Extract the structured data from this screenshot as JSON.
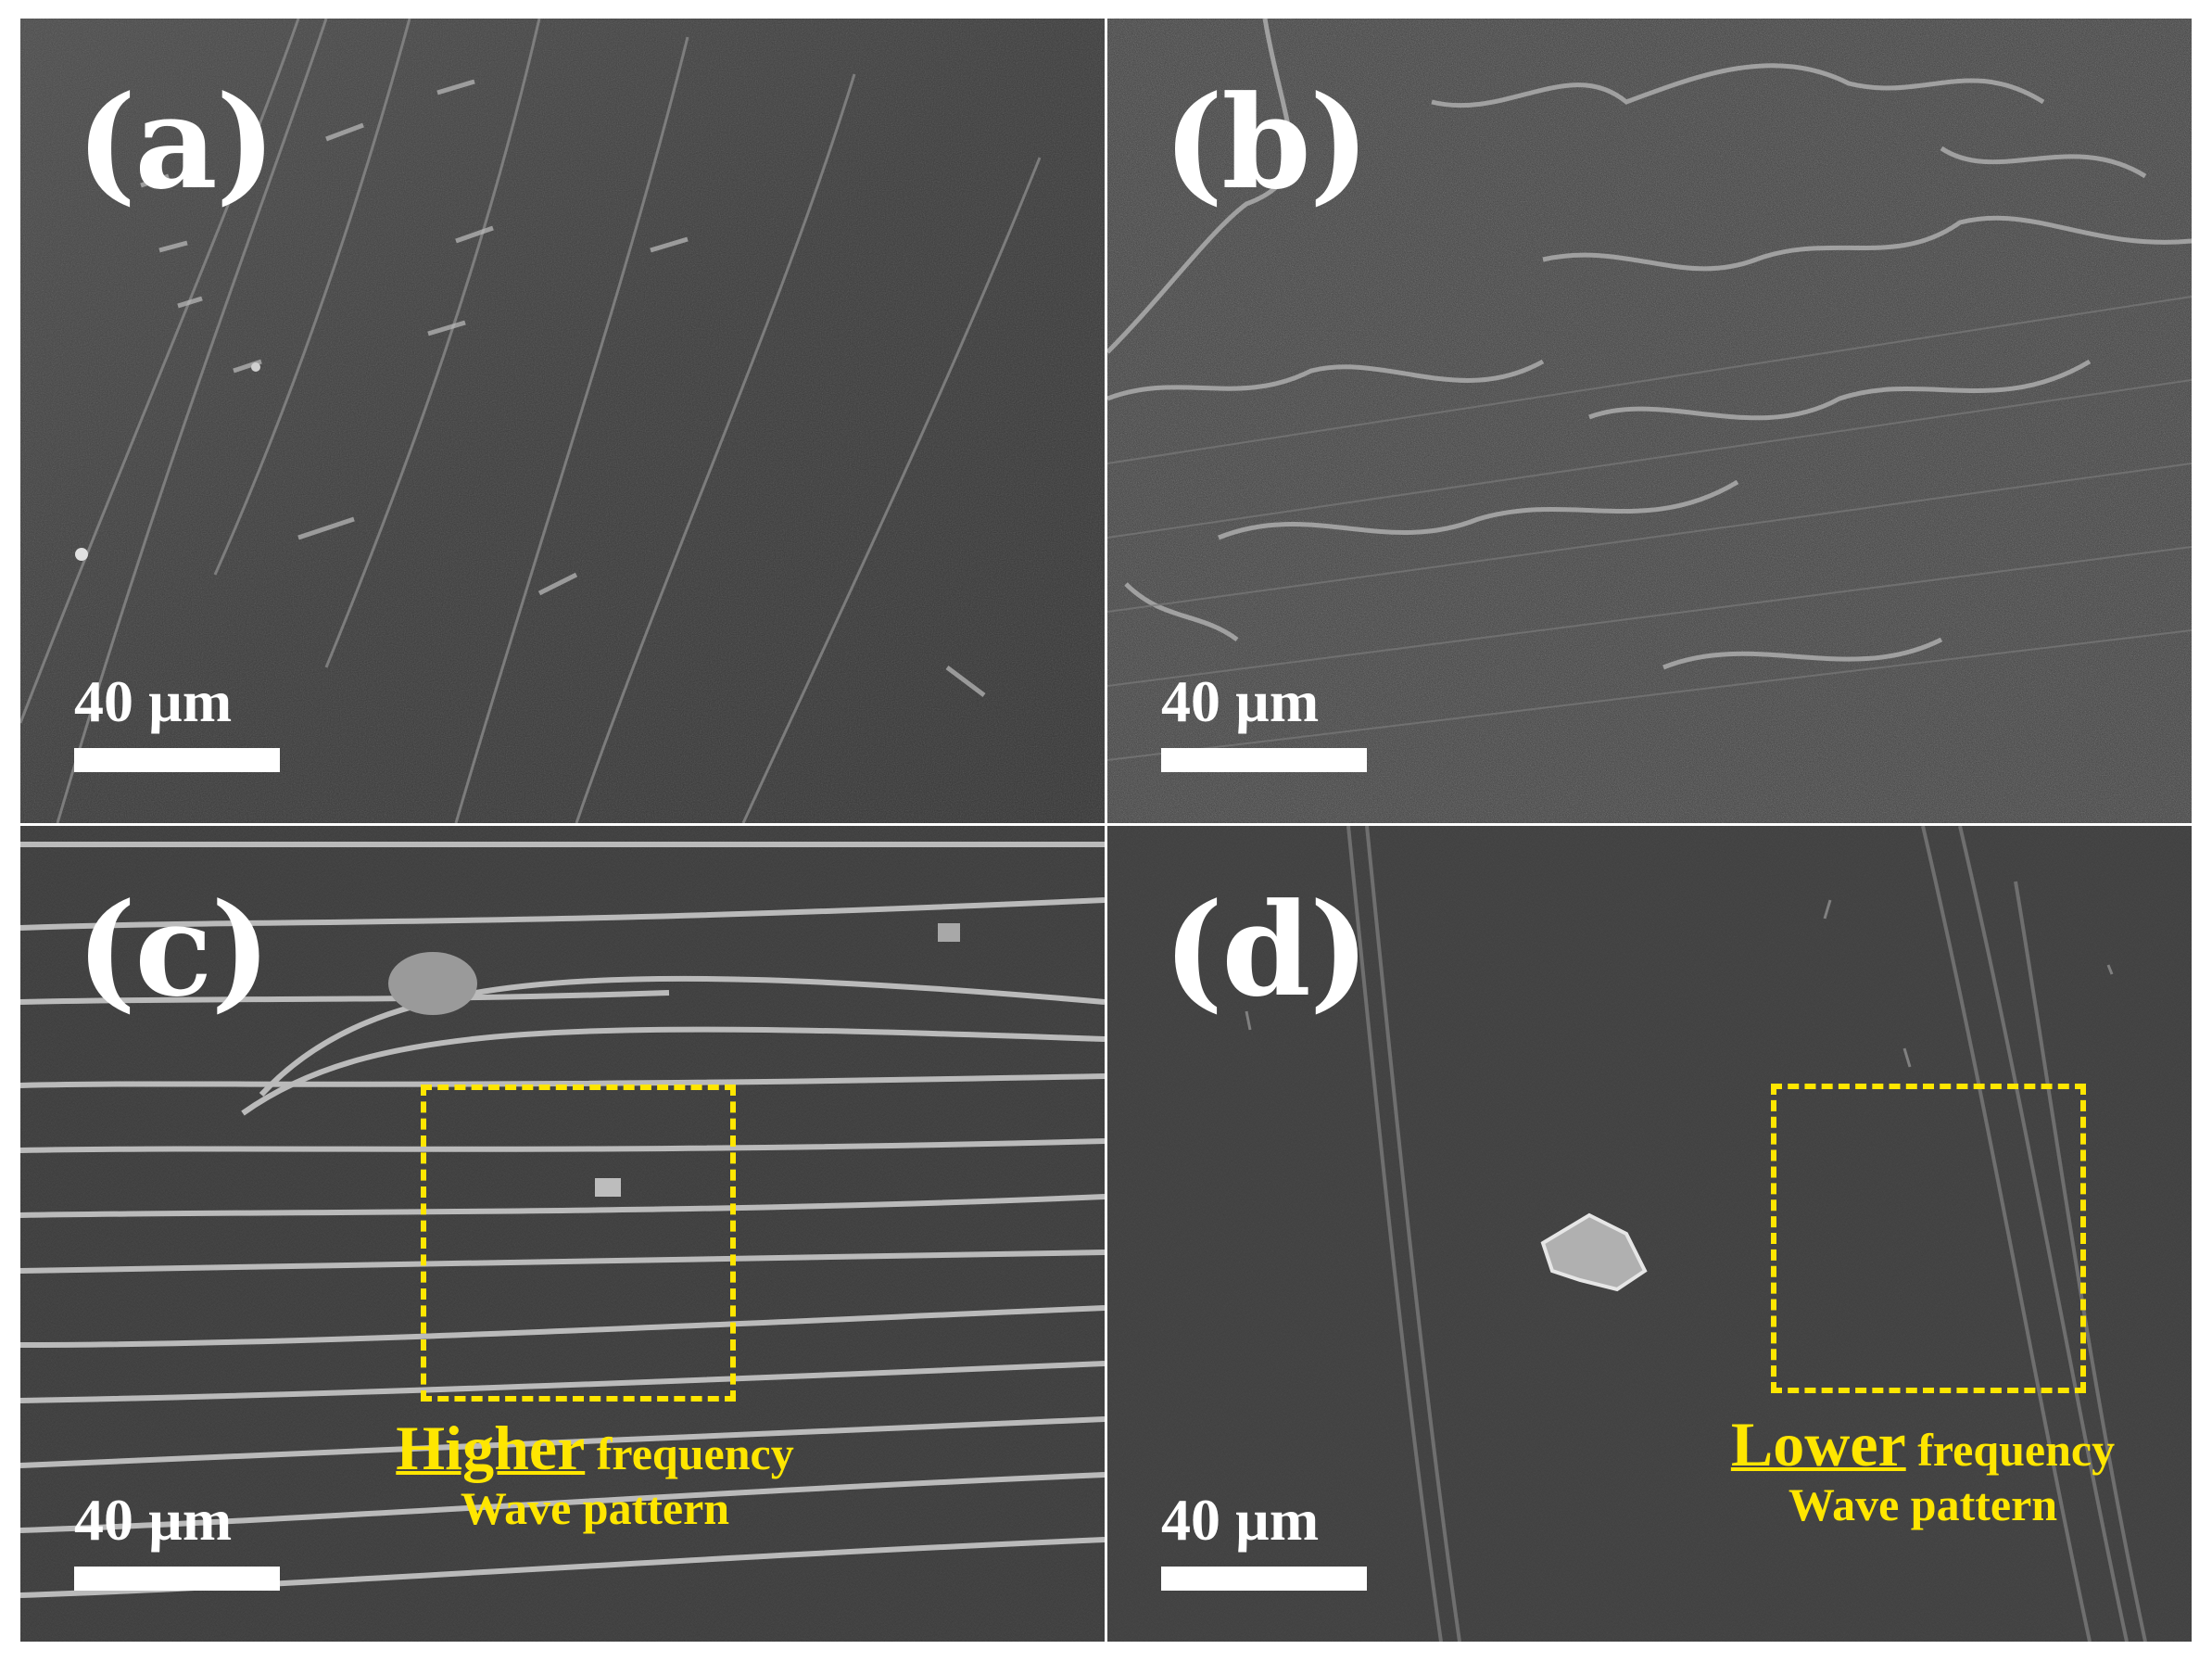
{
  "panels": {
    "a": {
      "label": "(a)",
      "scale": "40 µm"
    },
    "b": {
      "label": "(b)",
      "scale": "40 µm"
    },
    "c": {
      "label": "(c)",
      "scale": "40 µm",
      "caption_strong": "Higher",
      "caption_rest": " frequency",
      "caption_line2": "Wave pattern"
    },
    "d": {
      "label": "(d)",
      "scale": "40 µm",
      "caption_strong": "Lower",
      "caption_rest": " frequency",
      "caption_line2": "Wave pattern"
    }
  },
  "colors": {
    "highlight": "#ffe600",
    "sem_background": "#3a3a3a",
    "annotation_text": "#ffffff"
  }
}
